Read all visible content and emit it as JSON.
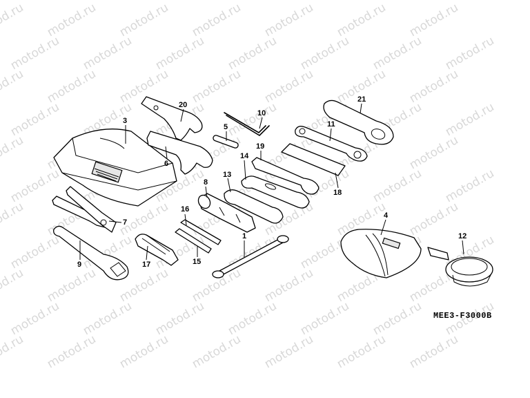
{
  "watermark": "motod.ru",
  "diagram_code": "MEE3-F3000B",
  "callouts": [
    {
      "id": "1",
      "label": "1"
    },
    {
      "id": "3",
      "label": "3"
    },
    {
      "id": "4",
      "label": "4"
    },
    {
      "id": "5",
      "label": "5"
    },
    {
      "id": "6",
      "label": "6"
    },
    {
      "id": "7",
      "label": "7"
    },
    {
      "id": "8",
      "label": "8"
    },
    {
      "id": "9",
      "label": "9"
    },
    {
      "id": "10",
      "label": "10"
    },
    {
      "id": "11",
      "label": "11"
    },
    {
      "id": "12",
      "label": "12"
    },
    {
      "id": "13",
      "label": "13"
    },
    {
      "id": "14",
      "label": "14"
    },
    {
      "id": "15",
      "label": "15"
    },
    {
      "id": "16",
      "label": "16"
    },
    {
      "id": "17",
      "label": "17"
    },
    {
      "id": "18",
      "label": "18"
    },
    {
      "id": "19",
      "label": "19"
    },
    {
      "id": "20",
      "label": "20"
    },
    {
      "id": "21",
      "label": "21"
    }
  ]
}
